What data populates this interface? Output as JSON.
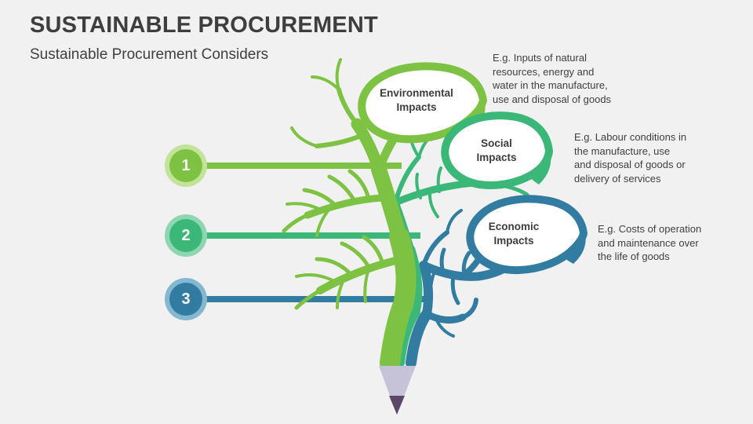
{
  "slide": {
    "title": "SUSTAINABLE PROCUREMENT",
    "subtitle": "Sustainable Procurement Considers",
    "background_color": "#F1F1F1",
    "title_color": "#3E3E3E"
  },
  "colors": {
    "green": "#7DC242",
    "green_light": "#C3E29A",
    "emerald": "#3BB878",
    "emerald_light": "#8FD5AF",
    "teal": "#317CA0",
    "teal_light": "#85B8D0",
    "pencil_wood": "#C6C3D8",
    "pencil_tip": "#5D4769",
    "text": "#3F3F3F"
  },
  "items": [
    {
      "number": "1",
      "leaf_label": "Environmental\nImpacts",
      "description": "E.g. Inputs of natural\nresources, energy and\nwater in the manufacture,\nuse and disposal of goods",
      "accent": "#7DC242",
      "accent_light": "#C3E29A"
    },
    {
      "number": "2",
      "leaf_label": "Social\nImpacts",
      "description": "E.g. Labour conditions in\nthe manufacture, use\nand disposal of goods or\ndelivery of services",
      "accent": "#3BB878",
      "accent_light": "#8FD5AF"
    },
    {
      "number": "3",
      "leaf_label": "Economic\nImpacts",
      "description": "E.g. Costs of operation\nand maintenance over\nthe life of goods",
      "accent": "#317CA0",
      "accent_light": "#85B8D0"
    }
  ]
}
